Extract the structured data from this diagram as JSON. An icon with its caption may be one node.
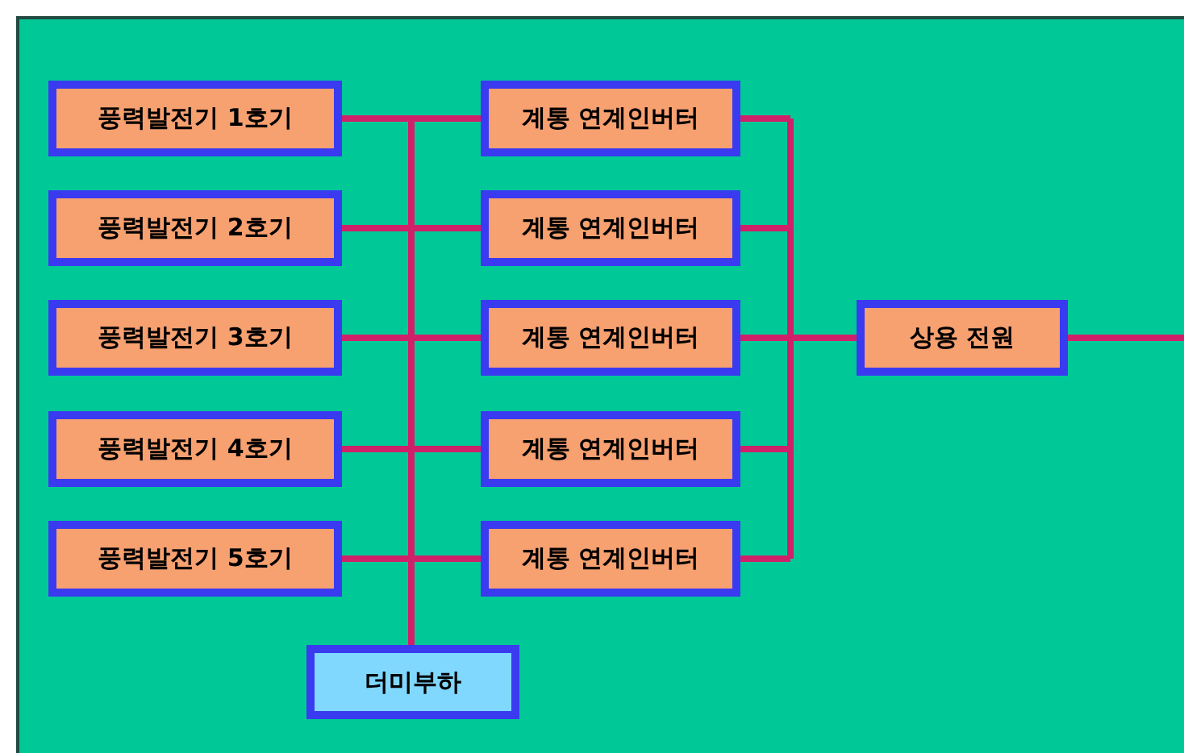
{
  "diagram": {
    "nodes": [
      {
        "text": [
          "풍력발전기 1호기"
        ]
      },
      {
        "text": [
          "풍력발전기 2호기"
        ]
      },
      {
        "text": [
          "풍력발전기 3호기"
        ]
      },
      {
        "text": [
          "풍력발전기 4호기"
        ]
      },
      {
        "text": [
          "풍력발전기 5호기"
        ]
      },
      {
        "text": [
          "계통 연계인버터"
        ]
      },
      {
        "text": [
          "계통 연계인버터"
        ]
      },
      {
        "text": [
          "계통 연계인버터"
        ]
      },
      {
        "text": [
          "계통 연계인버터"
        ]
      },
      {
        "text": [
          "계통 연계인버터"
        ]
      },
      {
        "text": [
          "상용 전원"
        ]
      },
      {
        "text": [
          "더미부하"
        ]
      }
    ],
    "edges": [
      {
        "from": 0,
        "to": 5,
        "arrow": "none"
      },
      {
        "from": 1,
        "to": 6,
        "arrow": "none"
      },
      {
        "from": 2,
        "to": 7,
        "arrow": "none"
      },
      {
        "from": 3,
        "to": 8,
        "arrow": "none"
      },
      {
        "from": 4,
        "to": 9,
        "arrow": "none"
      },
      {
        "from": 5,
        "to": 10,
        "arrow": "none"
      },
      {
        "from": 6,
        "to": 10,
        "arrow": "none"
      },
      {
        "from": 7,
        "to": 10,
        "arrow": "none"
      },
      {
        "from": 8,
        "to": 10,
        "arrow": "none"
      },
      {
        "from": 9,
        "to": 10,
        "arrow": "none"
      },
      {
        "from": 0,
        "to": 11,
        "arrow": "none"
      },
      {
        "from": 1,
        "to": 11,
        "arrow": "none"
      },
      {
        "from": 2,
        "to": 11,
        "arrow": "none"
      },
      {
        "from": 3,
        "to": 11,
        "arrow": "none"
      },
      {
        "from": 4,
        "to": 11,
        "arrow": "none"
      },
      {
        "from": 10,
        "to": null,
        "arrow": "none"
      }
    ]
  }
}
